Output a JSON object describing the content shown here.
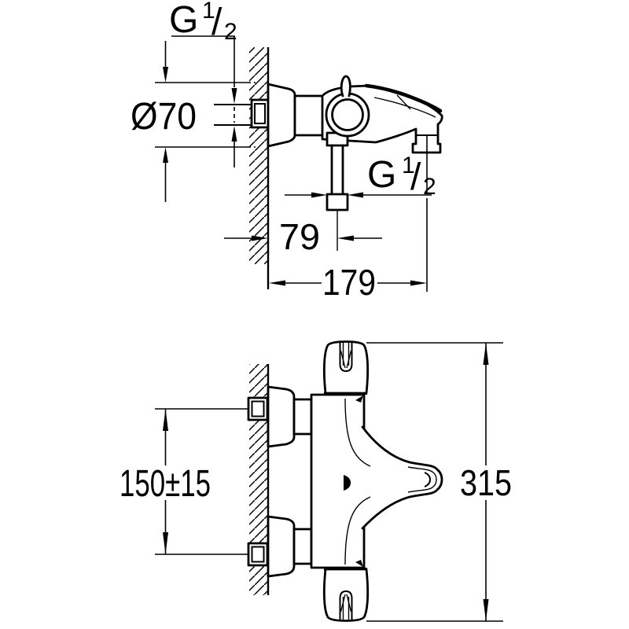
{
  "colors": {
    "background": "#ffffff",
    "line": "#000000"
  },
  "side_view": {
    "wall_thread_label": {
      "prefix": "G",
      "numerator": "1",
      "slash": "/",
      "denominator": "2"
    },
    "escutcheon_diameter_label": "Ø70",
    "shower_outlet_thread_label": {
      "prefix": "G",
      "numerator": "1",
      "slash": "/",
      "denominator": "2"
    },
    "wall_to_shower_outlet_mm": "79",
    "wall_to_spout_end_mm": "179"
  },
  "plan_view": {
    "inlet_center_distance_mm": "150±15",
    "overall_width_mm": "315"
  }
}
